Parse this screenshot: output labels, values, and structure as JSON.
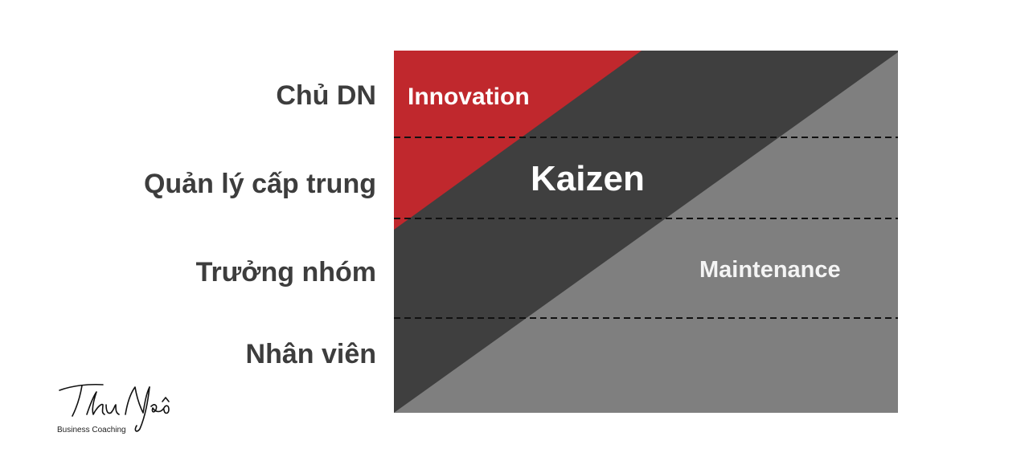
{
  "levels": [
    "Chủ DN",
    "Quản lý cấp trung",
    "Trưởng nhóm",
    "Nhân viên"
  ],
  "zones": {
    "innovation": "Innovation",
    "kaizen": "Kaizen",
    "maintenance": "Maintenance"
  },
  "logo": {
    "subtitle": "Business Coaching"
  },
  "colors": {
    "innovation": "#c0282d",
    "kaizen": "#3f3f3f",
    "maintenance": "#7f7f7f",
    "label_text": "#3d3d3d"
  }
}
